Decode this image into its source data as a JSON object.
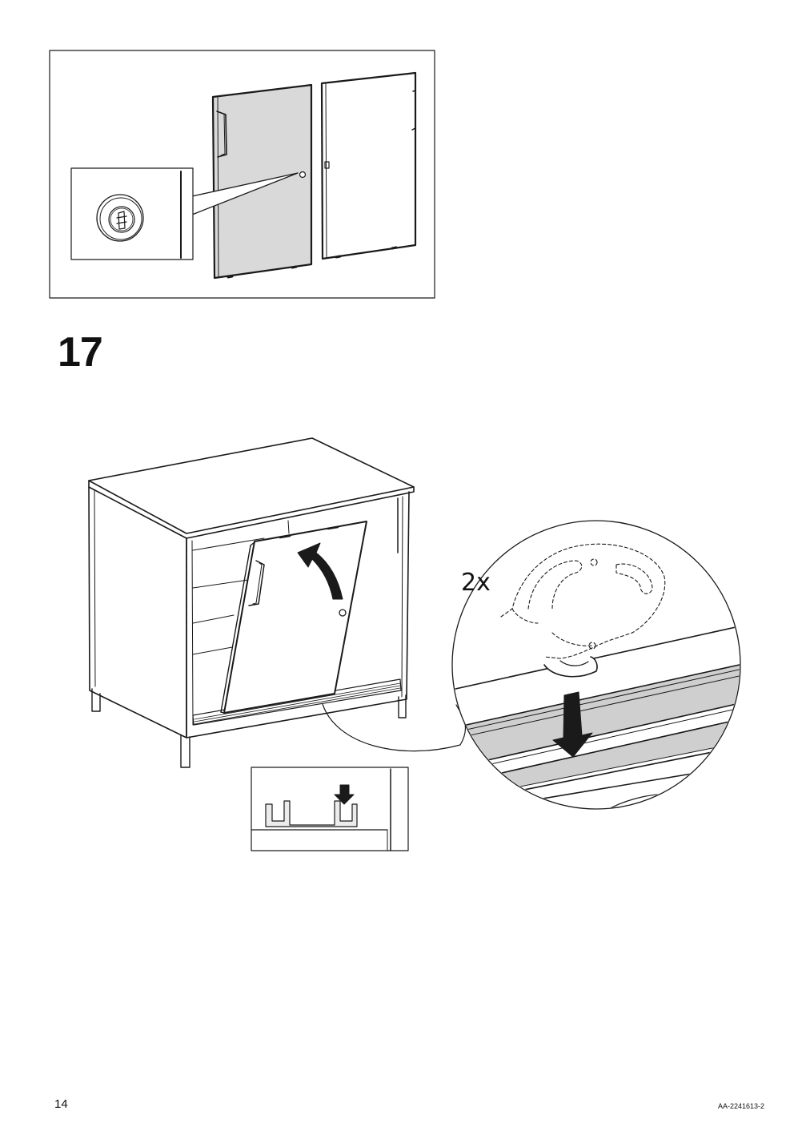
{
  "step": {
    "number": "17"
  },
  "callout": {
    "quantity": "2x"
  },
  "footer": {
    "page_number": "14",
    "document_id": "AA-2241613-2"
  },
  "colors": {
    "line": "#1a1a1a",
    "door_fill": "#d9d9d9",
    "rail_fill": "#cfcfcf",
    "background": "#ffffff"
  },
  "icons": [
    "lock-icon",
    "rotate-arrow-icon",
    "down-arrow-icon"
  ]
}
